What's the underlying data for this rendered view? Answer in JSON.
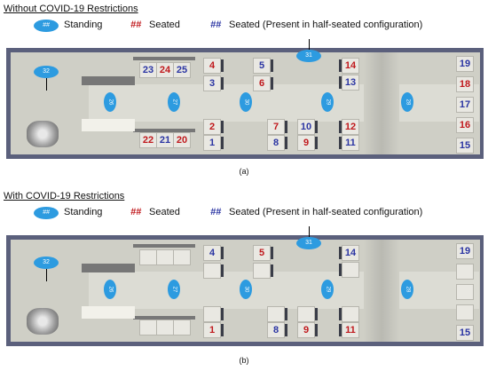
{
  "legend": {
    "standing_marker": "##",
    "standing_label": "Standing",
    "seated_marker": "##",
    "seated_label": "Seated",
    "halfseated_marker": "##",
    "halfseated_label": "Seated (Present in half-seated configuration)"
  },
  "colors": {
    "seated": "#c0191d",
    "half_seated": "#2b35a3",
    "standing": "#2d9be0"
  },
  "panel_a": {
    "title": "Without COVID-19 Restrictions",
    "caption": "(a)",
    "stand_31": "31",
    "stand_32": "32",
    "stand_25": "25",
    "stand_26": "26",
    "stand_27": "27",
    "stand_28": "28",
    "stand_29": "29",
    "stand_30": "30",
    "s1": "1",
    "s2": "2",
    "s3": "3",
    "s4": "4",
    "s5": "5",
    "s6": "6",
    "s7": "7",
    "s8": "8",
    "s9": "9",
    "s10": "10",
    "s11": "11",
    "s12": "12",
    "s13": "13",
    "s14": "14",
    "s15": "15",
    "s16": "16",
    "s17": "17",
    "s18": "18",
    "s19": "19",
    "s20": "20",
    "s21": "21",
    "s22": "22",
    "s23": "23",
    "s24": "24",
    "s25": "25"
  },
  "panel_b": {
    "title": "With COVID-19 Restrictions",
    "caption": "(b)",
    "stand_31": "31",
    "stand_32": "32",
    "stand_25": "25",
    "stand_26": "26",
    "stand_27": "27",
    "stand_28": "28",
    "stand_29": "29",
    "stand_30": "30",
    "s1": "1",
    "s4": "4",
    "s5": "5",
    "s8": "8",
    "s9": "9",
    "s11": "11",
    "s14": "14",
    "s15": "15",
    "s19": "19"
  }
}
